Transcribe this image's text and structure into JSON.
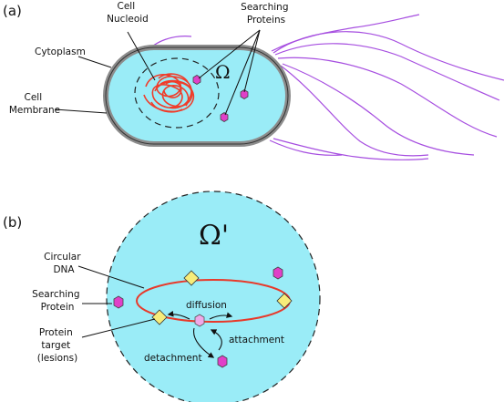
{
  "panel_a": {
    "label": "(a)",
    "omega": "Ω",
    "labels": {
      "cell_nucleoid": [
        "Cell",
        "Nucleoid"
      ],
      "searching_proteins": [
        "Searching",
        "Proteins"
      ],
      "cytoplasm": "Cytoplasm",
      "cell_membrane": [
        "Cell",
        "Membrane"
      ]
    }
  },
  "panel_b": {
    "label": "(b)",
    "omega": "Ω'",
    "labels": {
      "circular_dna": [
        "Circular",
        "DNA"
      ],
      "searching_protein": [
        "Searching",
        "Protein"
      ],
      "protein_target": [
        "Protein",
        "target",
        "(lesions)"
      ],
      "diffusion": "diffusion",
      "attachment": "attachment",
      "detachment": "detachment"
    }
  },
  "colors": {
    "cytoplasm": "#9aecf7",
    "membrane": "#8c8c8c",
    "flagella": "#a64ee0",
    "nucleoid": "#f03c2a",
    "protein": "#e040c8",
    "protein_light": "#f0a8e8",
    "target": "#f7ec7a",
    "dna_ring": "#e8392a"
  }
}
